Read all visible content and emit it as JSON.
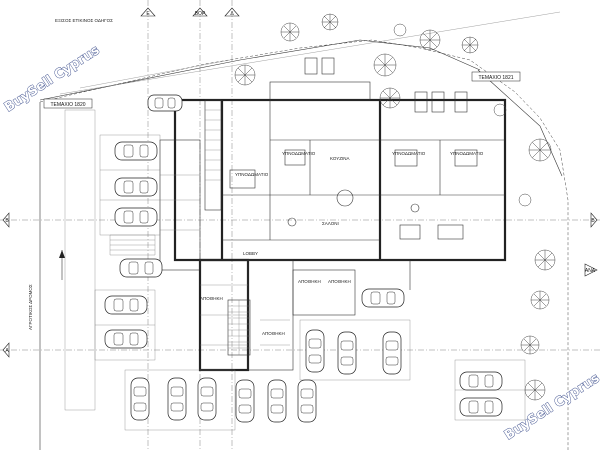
{
  "watermarks": [
    "BuySell Cyprus",
    "BuySell Cyprus"
  ],
  "plot_labels": {
    "left": "ΤΕΜΑΧΙΟ 1820",
    "right": "ΤΕΜΑΧΙΟ 1821"
  },
  "grid_markers": [
    "E",
    "BOP",
    "Δ",
    "B",
    "A",
    "ANA"
  ],
  "side_labels": {
    "left_road": "ΑΓΡΟΤΙΚΟΣ ΔΡΟΜΟΣ",
    "top_road": "ΕΞΙΣΟΣ ΕΤΙΚΙΝΟΣ ΟΔΗΓΟΣ"
  },
  "room_labels": [
    "ΥΠΝΟΔΩΜΑΤΙΟ",
    "ΥΠΝΟΔΩΜΑΤΙΟ",
    "ΥΠΝΟΔΩΜΑΤΙΟ",
    "ΥΠΝΟΔΩΜΑΤΙΟ",
    "ΚΟΥΖΙΝΑ",
    "ΣΑΛΟΝΙ",
    "LOBBY",
    "ΑΠΟΘΗΚΗ",
    "ΑΠΟΘΗΚΗ",
    "ΑΠΟΘΗΚΗ",
    "ΑΠΟΘΗΚΗ"
  ]
}
